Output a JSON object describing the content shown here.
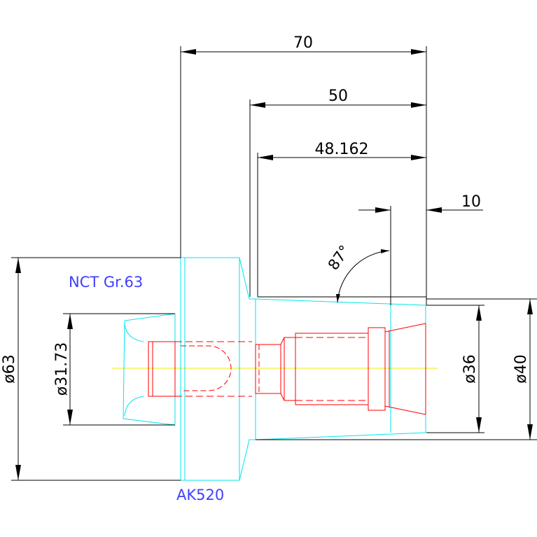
{
  "colors": {
    "dimension": "#000000",
    "outline": "#00e5ee",
    "hidden": "#ff0000",
    "centerline": "#eeee00",
    "label": "#4040ff"
  },
  "labels": {
    "holder": "NCT Gr.63",
    "collet": "AK520"
  },
  "dimensions": {
    "overall_length": "70",
    "body_length": "50",
    "nose_length": "48.162",
    "front_length": "10",
    "taper_angle": "87°",
    "flange_diameter": "ø63",
    "bore_diameter": "ø31.73",
    "nose_diameter_small": "ø36",
    "nose_diameter_large": "ø40"
  }
}
